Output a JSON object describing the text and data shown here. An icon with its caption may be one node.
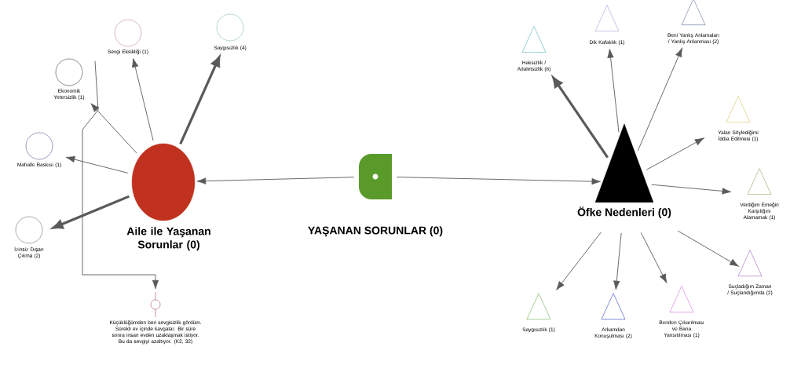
{
  "diagram": {
    "nodes": [
      {
        "text": [
          "YAŞANAN SORUNLAR (0)"
        ]
      },
      {
        "text": [
          "Aile ile Yaşanan Sorunlar (0)"
        ]
      },
      {
        "text": [
          "Sevgi Eksikliği (1)"
        ]
      },
      {
        "text": [
          "Saygısızlık (4)"
        ]
      },
      {
        "text": [
          "Ekonomik Yetersizlik (1)"
        ]
      },
      {
        "text": [
          "Mahalle Baskısı (1)"
        ]
      },
      {
        "text": [
          "İzinsiz Dışarı Çıkma (2)"
        ]
      },
      {
        "text": [
          "Küçüklüğümden beri sevgisizlik gördüm. Sürekli ev içinde kavgalar. Bir süre sonra insan evden uzaklaşmak istiyor. Bu da sevgiyi azaltıyor. (K2, 32)"
        ]
      },
      {
        "text": [
          "Öfke Nedenleri (0)"
        ]
      },
      {
        "text": [
          "Haksızlık / Adaletsizlik (6)"
        ]
      },
      {
        "text": [
          "Dik Kafalılık (1)"
        ]
      },
      {
        "text": [
          "Beni Yanlış Anlamaları / Yanlış Anlanması (2)"
        ]
      },
      {
        "text": [
          "Yalan Söylediğimi İddia Edilmesi (1)"
        ]
      },
      {
        "text": [
          "Verdiğim Emeğin Karşılığını Alamamak (1)"
        ]
      },
      {
        "text": [
          "Suçladığım Zaman / Suçlandığımda (2)"
        ]
      },
      {
        "text": [
          "Saygısızlık (1)"
        ]
      },
      {
        "text": [
          "Arkamdan Konuşulması (2)"
        ]
      },
      {
        "text": [
          "Benden Çıkarılması ve Bana Yansıtılması (1)"
        ]
      }
    ],
    "edges": [
      {
        "from": 0,
        "to": 1,
        "arrow": "to"
      },
      {
        "from": 0,
        "to": 8,
        "arrow": "to"
      },
      {
        "from": 1,
        "to": 2,
        "arrow": "to"
      },
      {
        "from": 1,
        "to": 3,
        "arrow": "to",
        "style": "thick"
      },
      {
        "from": 1,
        "to": 4,
        "arrow": "to"
      },
      {
        "from": 1,
        "to": 5,
        "arrow": "to"
      },
      {
        "from": 1,
        "to": 6,
        "arrow": "to",
        "style": "thick"
      },
      {
        "from": 2,
        "to": 7,
        "arrow": "to"
      },
      {
        "from": 8,
        "to": 9,
        "arrow": "to",
        "style": "thick"
      },
      {
        "from": 8,
        "to": 10,
        "arrow": "to"
      },
      {
        "from": 8,
        "to": 11,
        "arrow": "to"
      },
      {
        "from": 8,
        "to": 12,
        "arrow": "to"
      },
      {
        "from": 8,
        "to": 13,
        "arrow": "to"
      },
      {
        "from": 8,
        "to": 14,
        "arrow": "to"
      },
      {
        "from": 8,
        "to": 15,
        "arrow": "to"
      },
      {
        "from": 8,
        "to": 16,
        "arrow": "to"
      },
      {
        "from": 8,
        "to": 17,
        "arrow": "to"
      }
    ]
  }
}
